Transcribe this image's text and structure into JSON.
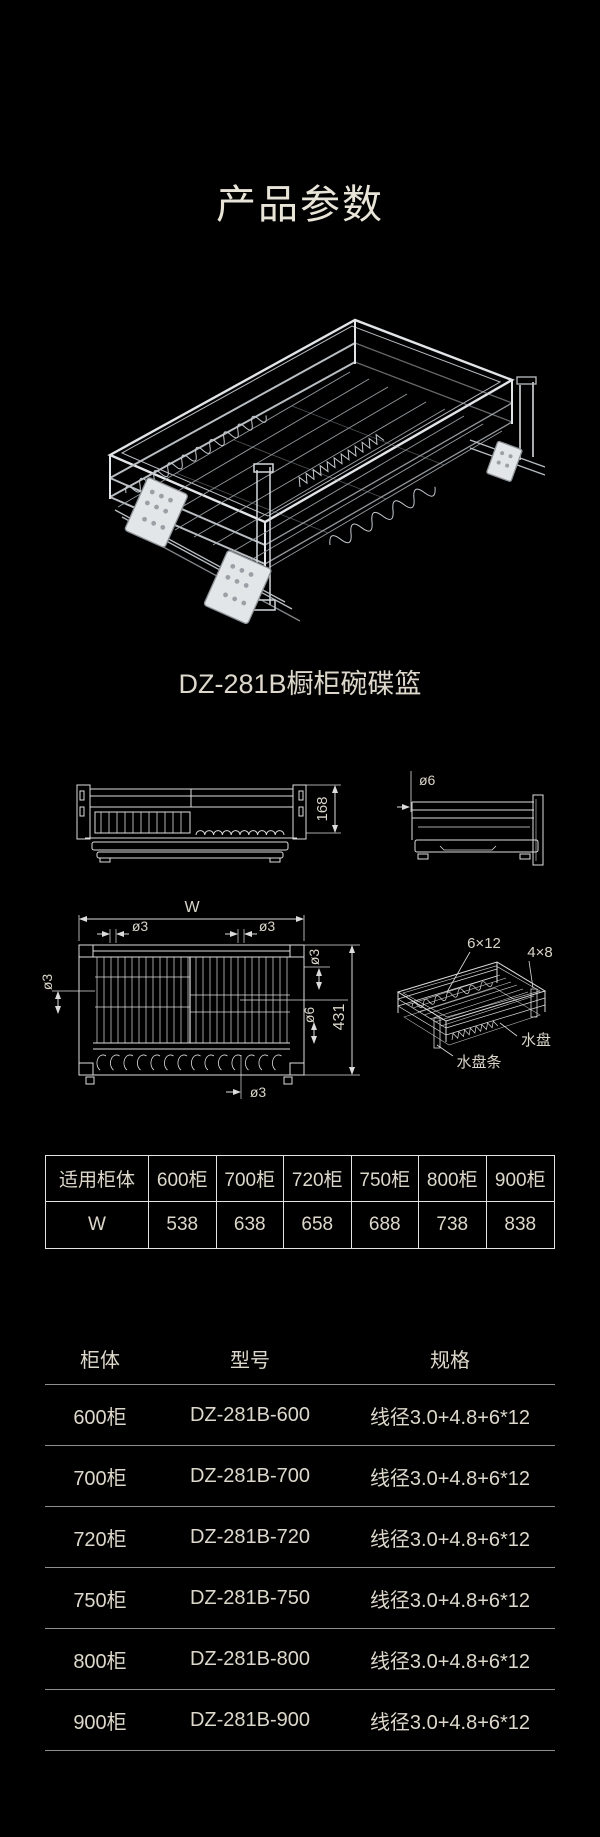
{
  "title": "产品参数",
  "caption": "DZ-281B橱柜碗碟篮",
  "colors": {
    "background": "#000000",
    "text": "#ddd8cb",
    "drawing_line": "#dedede",
    "table_border": "#e3e3e3",
    "divider": "#8f8f8f"
  },
  "diagrams": {
    "front_view": {
      "dim_height": "168"
    },
    "side_view": {
      "dim_wire": "ø6"
    },
    "top_view": {
      "dim_width": "W",
      "dim_top_left": "ø3",
      "dim_top_right": "ø3",
      "dim_left": "ø3",
      "dim_right": "ø3",
      "dim_wire": "ø6",
      "dim_depth": "431",
      "dim_bottom": "ø3"
    },
    "perspective_view": {
      "label_frame": "6×12",
      "label_bar": "4×8",
      "label_tray": "水盘",
      "label_tray_strip": "水盘条"
    }
  },
  "size_table": {
    "header": [
      "适用柜体",
      "600柜",
      "700柜",
      "720柜",
      "750柜",
      "800柜",
      "900柜"
    ],
    "row": [
      "W",
      "538",
      "638",
      "658",
      "688",
      "738",
      "838"
    ]
  },
  "model_table": {
    "header": [
      "柜体",
      "型号",
      "规格"
    ],
    "rows": [
      {
        "cabinet": "600柜",
        "model": "DZ-281B-600",
        "spec": "线径3.0+4.8+6*12"
      },
      {
        "cabinet": "700柜",
        "model": "DZ-281B-700",
        "spec": "线径3.0+4.8+6*12"
      },
      {
        "cabinet": "720柜",
        "model": "DZ-281B-720",
        "spec": "线径3.0+4.8+6*12"
      },
      {
        "cabinet": "750柜",
        "model": "DZ-281B-750",
        "spec": "线径3.0+4.8+6*12"
      },
      {
        "cabinet": "800柜",
        "model": "DZ-281B-800",
        "spec": "线径3.0+4.8+6*12"
      },
      {
        "cabinet": "900柜",
        "model": "DZ-281B-900",
        "spec": "线径3.0+4.8+6*12"
      }
    ]
  }
}
